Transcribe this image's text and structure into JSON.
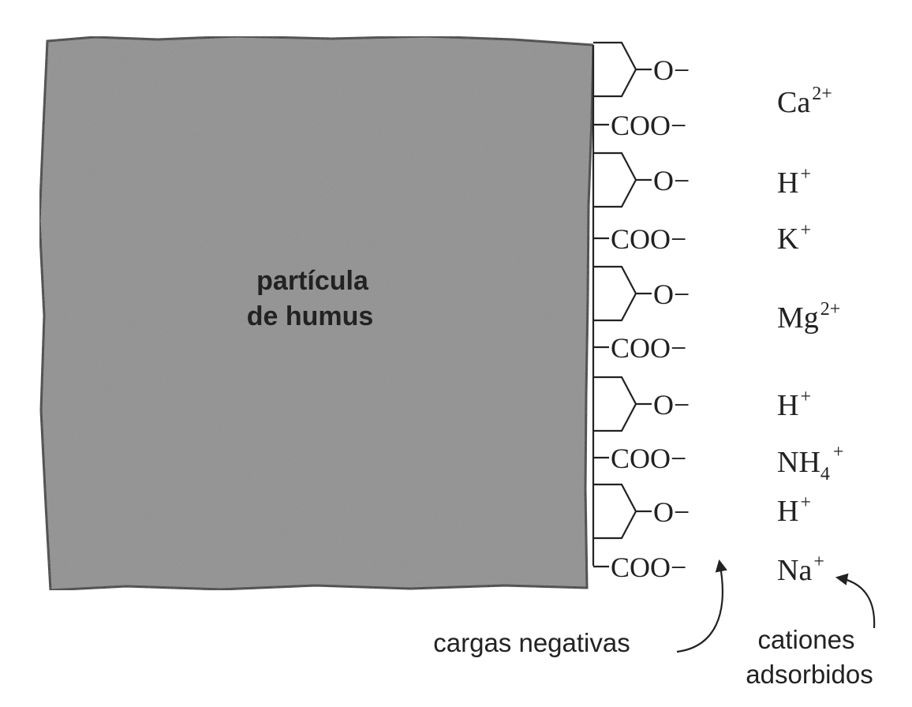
{
  "particle": {
    "label_line1": "partícula",
    "label_line2": "de humus",
    "fill": "#8e8e8e"
  },
  "groups": [
    {
      "kind": "ring",
      "text": "O",
      "charge": "−"
    },
    {
      "kind": "chain",
      "text": "COO",
      "charge": "−"
    },
    {
      "kind": "ring",
      "text": "O",
      "charge": "−"
    },
    {
      "kind": "chain",
      "text": "COO",
      "charge": "−"
    },
    {
      "kind": "ring",
      "text": "O",
      "charge": "−"
    },
    {
      "kind": "chain",
      "text": "COO",
      "charge": "−"
    },
    {
      "kind": "ring",
      "text": "O",
      "charge": "−"
    },
    {
      "kind": "chain",
      "text": "COO",
      "charge": "−"
    },
    {
      "kind": "ring",
      "text": "O",
      "charge": "−"
    },
    {
      "kind": "chain",
      "text": "COO",
      "charge": "−"
    }
  ],
  "cations": [
    {
      "base": "Ca",
      "sub": "",
      "sup": "2+"
    },
    {
      "base": "H",
      "sub": "",
      "sup": "+"
    },
    {
      "base": "K",
      "sub": "",
      "sup": "+"
    },
    {
      "base": "Mg",
      "sub": "",
      "sup": "2+"
    },
    {
      "base": "H",
      "sub": "",
      "sup": "+"
    },
    {
      "base": "NH",
      "sub": "4",
      "sup": "+"
    },
    {
      "base": "H",
      "sub": "",
      "sup": "+"
    },
    {
      "base": "Na",
      "sub": "",
      "sup": "+"
    }
  ],
  "annotations": {
    "negative_charges": "cargas negativas",
    "adsorbed_cations_line1": "cationes",
    "adsorbed_cations_line2": "adsorbidos"
  }
}
